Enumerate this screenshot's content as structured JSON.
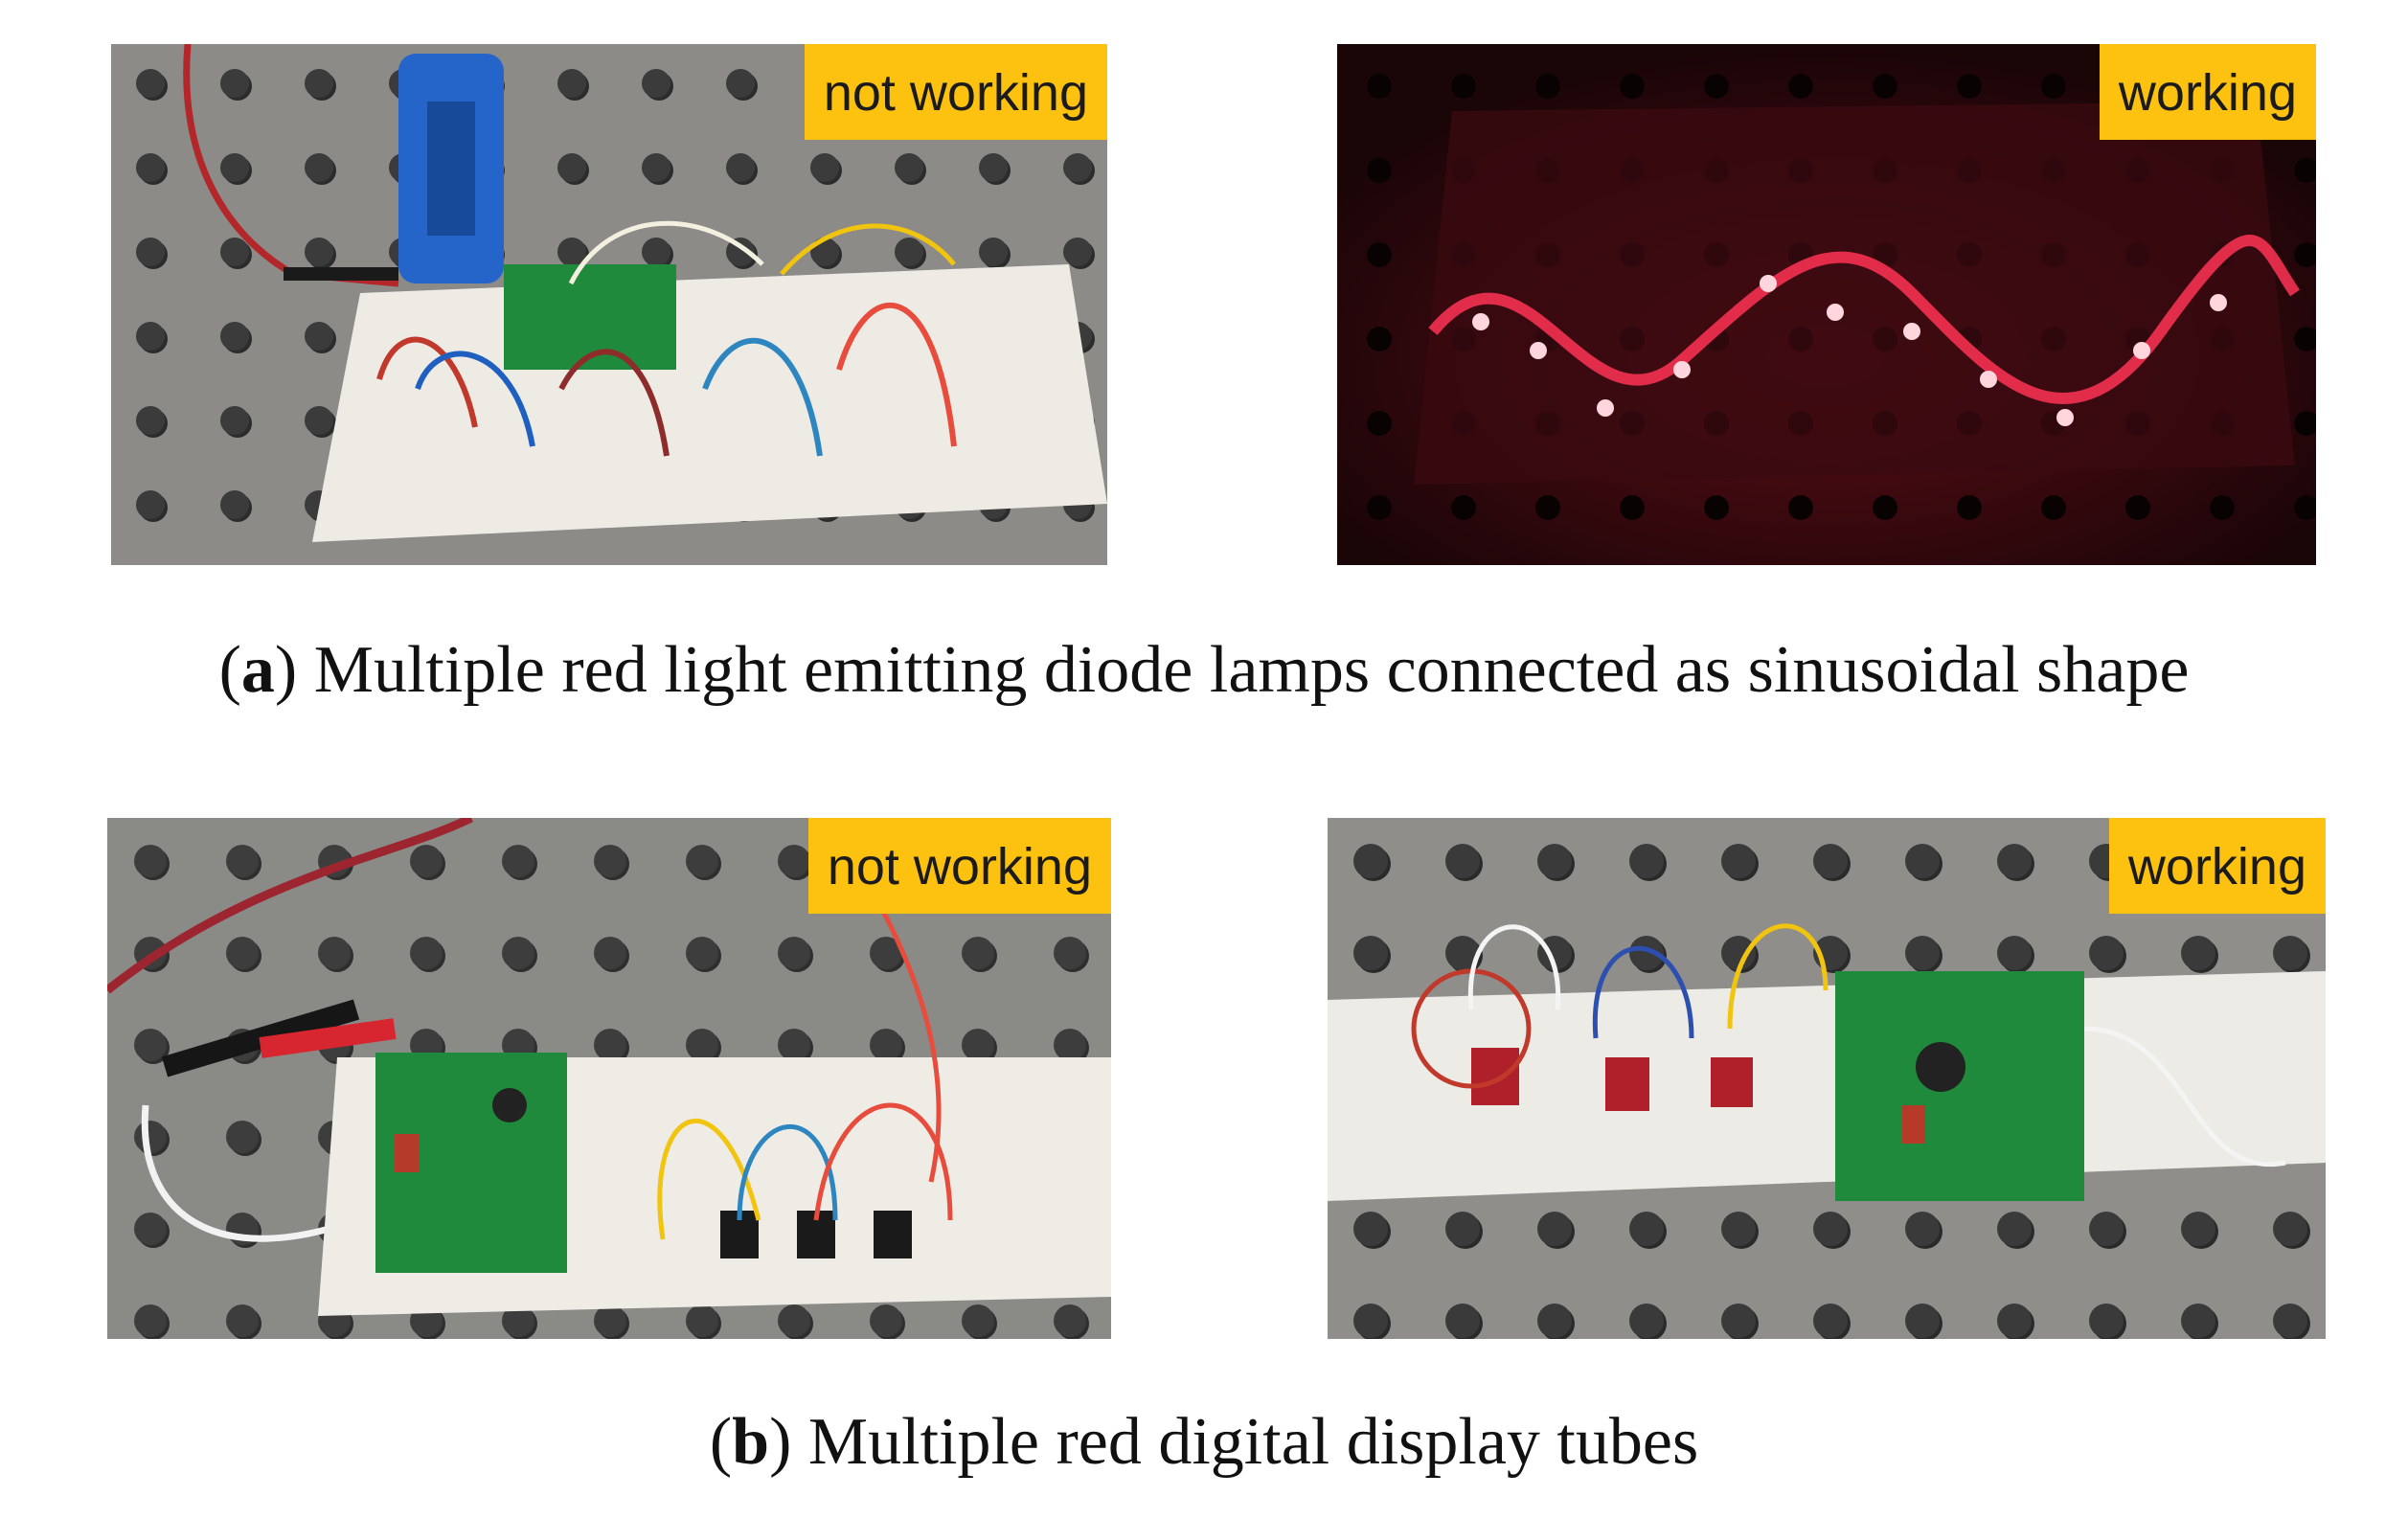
{
  "figure": {
    "panel_a": {
      "caption_letter": "a",
      "caption_text": "Multiple red light emitting diode lamps connected as sinusoidal shape",
      "photos": [
        {
          "badge": "not working"
        },
        {
          "badge": "working"
        }
      ]
    },
    "panel_b": {
      "caption_letter": "b",
      "caption_text": "Multiple red digital display tubes",
      "photos": [
        {
          "badge": "not working"
        },
        {
          "badge": "working"
        }
      ]
    }
  },
  "colors": {
    "badge": "#fdc10f",
    "optical_table": "#8a8a87",
    "breadboard": "#efece6",
    "pcb": "#1f8a3c",
    "led_glow": "#ff2a4f"
  }
}
